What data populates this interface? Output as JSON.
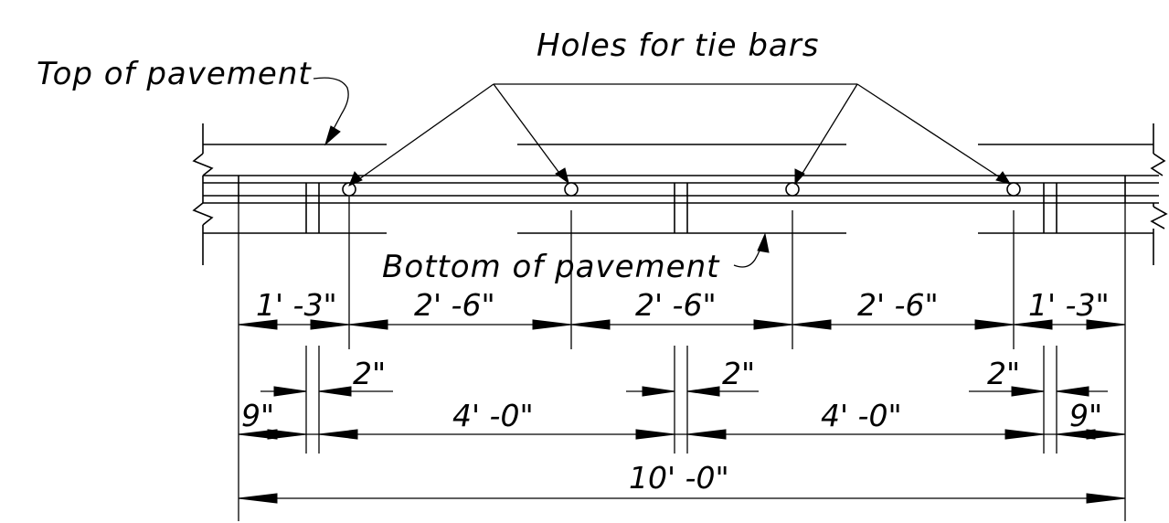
{
  "labels": {
    "top_of_pavement": "Top of pavement",
    "holes_for_tie_bars": "Holes for tie bars",
    "bottom_of_pavement": "Bottom of pavement"
  },
  "dimensions": {
    "hole_spacing": [
      "1' -3\"",
      "2' -6\"",
      "2' -6\"",
      "2' -6\"",
      "1' -3\""
    ],
    "joint_offset_left": "9\"",
    "joint_offset_right": "9\"",
    "joint_width": [
      "2\"",
      "2\"",
      "2\""
    ],
    "joint_spacing": [
      "4' -0\"",
      "4' -0\""
    ],
    "overall": "10' -0\""
  }
}
